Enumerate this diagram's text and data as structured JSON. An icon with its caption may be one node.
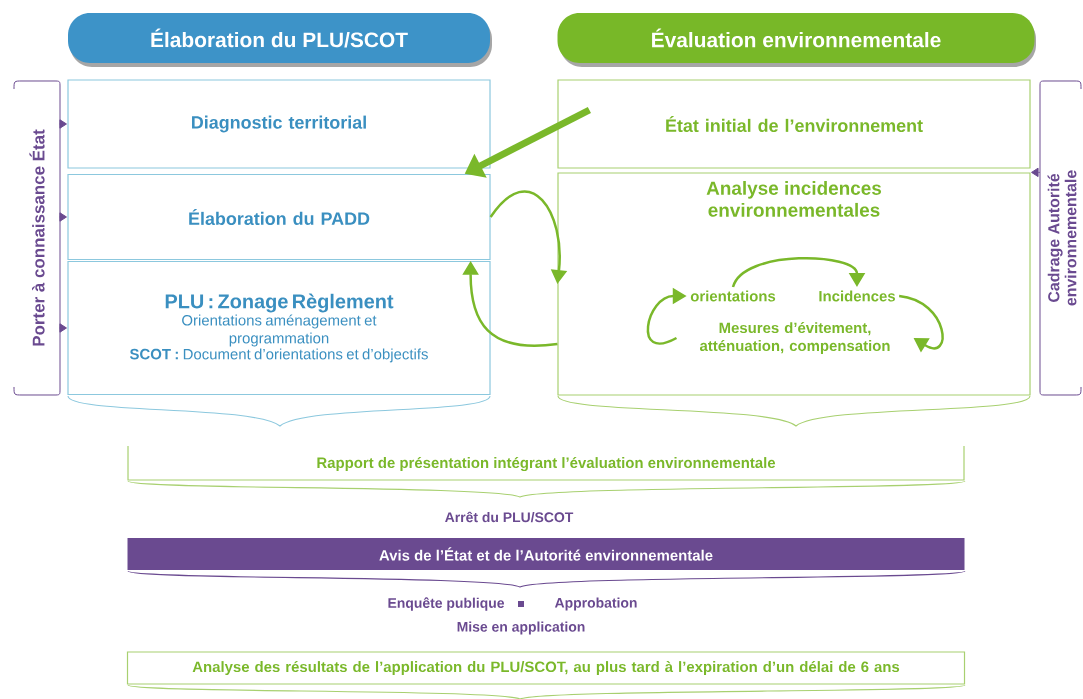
{
  "diagram": {
    "nodes": [
      {
        "text": [
          "Élaboration du PLU/SCOT"
        ]
      },
      {
        "text": [
          "Évaluation environnementale"
        ]
      },
      {
        "text": [
          "Diagnostic territorial"
        ]
      },
      {
        "text": [
          "Élaboration du PADD"
        ]
      },
      {
        "text": [
          "PLU : Zonage Règlement",
          "Orientations aménagement et programmation",
          "**SCOT :** Document d’orientations et d’objectifs"
        ]
      },
      {
        "text": [
          "État initial de l’environnement"
        ]
      },
      {
        "text": [
          "Analyse incidences environnementales"
        ]
      },
      {
        "text": [
          "orientations"
        ],
        "in": 6
      },
      {
        "text": [
          "Incidences"
        ],
        "in": 6
      },
      {
        "text": [
          "Mesures d’évitement, atténuation, compensation"
        ],
        "in": 6
      },
      {
        "text": [
          "Porter à connaissance État"
        ]
      },
      {
        "text": [
          "Cadrage Autorité environnementale"
        ]
      },
      {
        "text": [
          "Rapport de présentation intégrant l’évaluation environnementale"
        ]
      },
      {
        "text": [
          "Avis de l’État et de l’Autorité environnementale"
        ]
      },
      {
        "text": [
          "Analyse des résultats de l’application du PLU/SCOT, au plus tard à l’expiration d’un délai de 6 ans"
        ]
      }
    ],
    "edges": [
      {
        "from": 10,
        "to": 2,
        "arrow": "to",
        "color": "#6a4a90"
      },
      {
        "from": 10,
        "to": 3,
        "arrow": "to",
        "color": "#6a4a90"
      },
      {
        "from": 10,
        "to": 4,
        "arrow": "to",
        "color": "#6a4a90"
      },
      {
        "from": 11,
        "to": 6,
        "arrow": "to",
        "color": "#6a4a90"
      },
      {
        "from": 5,
        "to": 3,
        "arrow": "to",
        "style": "thick"
      },
      {
        "from": 3,
        "to": 6,
        "arrow": "to"
      },
      {
        "from": 6,
        "to": 4,
        "arrow": "to"
      },
      {
        "from": 7,
        "to": 8,
        "arrow": "to"
      },
      {
        "from": 8,
        "to": 9,
        "arrow": "to"
      },
      {
        "from": 9,
        "to": 7,
        "arrow": "to"
      }
    ],
    "labels": [
      "Arrêt du PLU/SCOT",
      "Enquête publique",
      "Approbation",
      "Mise en application"
    ]
  }
}
